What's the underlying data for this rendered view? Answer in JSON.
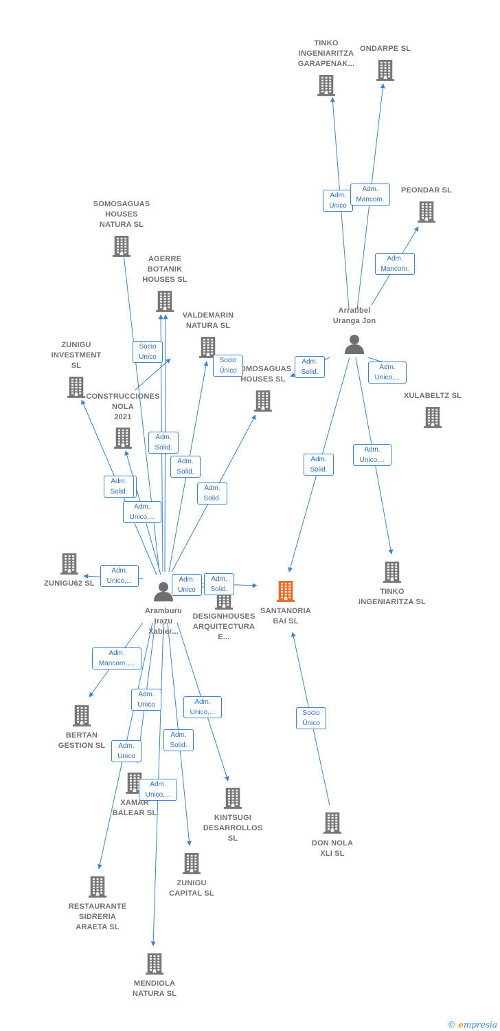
{
  "colors": {
    "edge": "#3b82d6",
    "company": "#777777",
    "focus": "#f26522",
    "person": "#6f6f6f"
  },
  "nodes": [
    {
      "id": "tinko_gar",
      "kind": "company",
      "label": "TINKO\nINGENIARITZA\nGARAPENAK..."
    },
    {
      "id": "ondarpe",
      "kind": "company",
      "label": "ONDARPE  SL"
    },
    {
      "id": "peondar",
      "kind": "company",
      "label": "PEONDAR  SL"
    },
    {
      "id": "somosaguas_nat",
      "kind": "company",
      "label": "SOMOSAGUAS\nHOUSES\nNATURA  SL"
    },
    {
      "id": "agerre",
      "kind": "company",
      "label": "AGERRE\nBOTANIK\nHOUSES  SL"
    },
    {
      "id": "valdemarin",
      "kind": "company",
      "label": "VALDEMARIN\nNATURA  SL"
    },
    {
      "id": "zunigu_inv",
      "kind": "company",
      "label": "ZUNIGU\nINVESTMENT\nSL"
    },
    {
      "id": "construcciones",
      "kind": "company",
      "label": "CONSTRUCCIONES\nNOLA\n2021"
    },
    {
      "id": "somosaguas_h",
      "kind": "company",
      "label": "SOMOSAGUAS\nHOUSES  SL"
    },
    {
      "id": "xulabeltz",
      "kind": "company",
      "label": "XULABELTZ  SL"
    },
    {
      "id": "arratibel",
      "kind": "person",
      "label": "Arratibel\nUranga Jon"
    },
    {
      "id": "zunigu62",
      "kind": "company",
      "label": "ZUNIGU62  SL"
    },
    {
      "id": "aramburu",
      "kind": "person",
      "label": "Aramburu\nIrazu\nXabier..."
    },
    {
      "id": "designhouses",
      "kind": "company",
      "label": "DESIGNHOUSES\nARQUITECTURA\nE..."
    },
    {
      "id": "santandria",
      "kind": "focus",
      "label": "SANTANDRIA\nBAI  SL"
    },
    {
      "id": "tinko_sl",
      "kind": "company",
      "label": "TINKO\nINGENIARITZA SL"
    },
    {
      "id": "bertan",
      "kind": "company",
      "label": "BERTAN\nGESTION  SL"
    },
    {
      "id": "xamar",
      "kind": "company",
      "label": "XAMAR\nBALEAR  SL"
    },
    {
      "id": "kintsugi",
      "kind": "company",
      "label": "KINTSUGI\nDESARROLLOS\nSL"
    },
    {
      "id": "don_nola",
      "kind": "company",
      "label": "DON NOLA\nXLI  SL"
    },
    {
      "id": "restaurante",
      "kind": "company",
      "label": "RESTAURANTE\nSIDRERIA\nARAETA SL"
    },
    {
      "id": "zunigu_cap",
      "kind": "company",
      "label": "ZUNIGU\nCAPITAL  SL"
    },
    {
      "id": "mendiola",
      "kind": "company",
      "label": "MENDIOLA\nNATURA  SL"
    }
  ],
  "edges": [
    {
      "from": "arratibel",
      "to": "tinko_gar",
      "label": "Adm.\nUnico"
    },
    {
      "from": "arratibel",
      "to": "ondarpe",
      "label": "Adm.\nMancom."
    },
    {
      "from": "arratibel",
      "to": "peondar",
      "label": "Adm.\nMancom."
    },
    {
      "from": "arratibel",
      "to": "somosaguas_h",
      "label": "Adm.\nSolid."
    },
    {
      "from": "arratibel",
      "to": "xulabeltz",
      "label": "Adm.\nUnico,..."
    },
    {
      "from": "arratibel",
      "to": "santandria",
      "label": "Adm.\nSolid."
    },
    {
      "from": "arratibel",
      "to": "tinko_sl",
      "label": "Adm.\nUnico,..."
    },
    {
      "from": "aramburu",
      "to": "somosaguas_nat",
      "label": "Adm.\nSolid."
    },
    {
      "from": "aramburu",
      "to": "agerre",
      "label": "Socio\nÚnico"
    },
    {
      "from": "aramburu",
      "to": "agerre",
      "label": "Adm.\nSolid."
    },
    {
      "from": "aramburu",
      "to": "valdemarin",
      "label": "Adm.\nSolid."
    },
    {
      "from": "aramburu",
      "to": "zunigu_inv",
      "label": "Adm.\nSolid."
    },
    {
      "from": "aramburu",
      "to": "construcciones",
      "label": "Adm.\nUnico,..."
    },
    {
      "from": "aramburu",
      "to": "somosaguas_h",
      "label": "Adm.\nSolid."
    },
    {
      "from": "aramburu",
      "to": "valdemarin",
      "label": "Socio\nÚnico"
    },
    {
      "from": "aramburu",
      "to": "zunigu62",
      "label": "Adm.\nUnico,..."
    },
    {
      "from": "aramburu",
      "to": "designhouses",
      "label": "Adm.\nUnico"
    },
    {
      "from": "aramburu",
      "to": "santandria",
      "label": "Adm.\nSolid."
    },
    {
      "from": "aramburu",
      "to": "bertan",
      "label": "Adm.\nMancom.,..."
    },
    {
      "from": "aramburu",
      "to": "xamar",
      "label": "Adm.\nUnico"
    },
    {
      "from": "aramburu",
      "to": "restaurante",
      "label": "Adm.\nUnico"
    },
    {
      "from": "aramburu",
      "to": "mendiola",
      "label": "Adm.\nUnico,..."
    },
    {
      "from": "aramburu",
      "to": "zunigu_cap",
      "label": "Adm.\nSolid."
    },
    {
      "from": "aramburu",
      "to": "kintsugi",
      "label": "Adm.\nUnico,..."
    },
    {
      "from": "don_nola",
      "to": "santandria",
      "label": "Socio\nÚnico"
    }
  ],
  "copyright": {
    "symbol": "©",
    "brand_initial": "e",
    "brand_rest": "mpresia"
  }
}
